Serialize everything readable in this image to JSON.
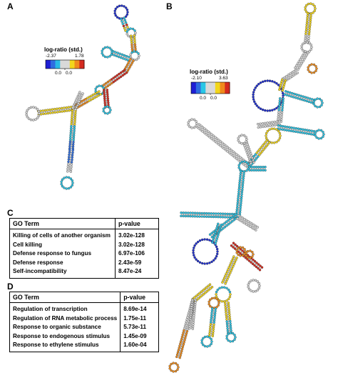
{
  "panels": {
    "a": {
      "letter": "A"
    },
    "b": {
      "letter": "B"
    },
    "c": {
      "letter": "C"
    },
    "d": {
      "letter": "D"
    }
  },
  "legend_a": {
    "title": "log-ratio (std.)",
    "min_label": "-2.37",
    "max_label": "1.78",
    "zero_left": "0.0",
    "zero_right": "0.0",
    "colors": [
      "#1f1fd4",
      "#2f6de0",
      "#29b9e6",
      "#d9d9d9",
      "#d9d9d9",
      "#f2d61b",
      "#f08a1c",
      "#d42a1f"
    ]
  },
  "legend_b": {
    "title": "log-ratio (std.)",
    "min_label": "-2.10",
    "max_label": "3.63",
    "zero_left": "0.0",
    "zero_right": "0.0",
    "colors": [
      "#1f1fd4",
      "#2f6de0",
      "#29c6e6",
      "#d9d9d9",
      "#d9d9d9",
      "#f2d61b",
      "#f08a1c",
      "#d42a1f"
    ]
  },
  "table_c": {
    "header": {
      "term": "GO Term",
      "pvalue": "p-value"
    },
    "rows": [
      {
        "term": "Killing of cells of another organism",
        "pvalue": "3.02e-128"
      },
      {
        "term": "Cell killing",
        "pvalue": "3.02e-128"
      },
      {
        "term": "Defense response to fungus",
        "pvalue": "6.97e-106"
      },
      {
        "term": "Defense response",
        "pvalue": "2.43e-59"
      },
      {
        "term": "Self-incompatibility",
        "pvalue": "8.47e-24"
      }
    ]
  },
  "table_d": {
    "header": {
      "term": "GO Term",
      "pvalue": "p-value"
    },
    "rows": [
      {
        "term": "Regulation of transcription",
        "pvalue": "8.69e-14"
      },
      {
        "term": "Regulation of RNA metabolic process",
        "pvalue": "1.75e-11"
      },
      {
        "term": "Response to organic substance",
        "pvalue": "5.73e-11"
      },
      {
        "term": "Response to endogenous stimulus",
        "pvalue": "1.45e-09"
      },
      {
        "term": "Response to ethylene stimulus",
        "pvalue": "1.60e-04"
      }
    ]
  },
  "palette": {
    "deep_blue": "#1f2fd0",
    "blue": "#2f6ee0",
    "cyan": "#2bc3e3",
    "gray": "#d4d4d4",
    "yellow": "#f1d51c",
    "orange": "#ef8c1c",
    "red": "#d52b1e",
    "outline": "#333333"
  }
}
